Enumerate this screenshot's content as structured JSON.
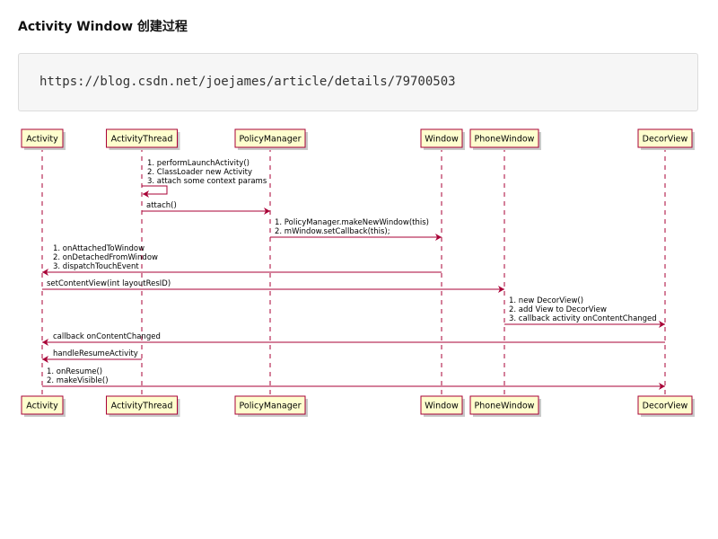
{
  "page": {
    "title": "Activity Window 创建过程",
    "url": "https://blog.csdn.net/joejames/article/details/79700503"
  },
  "diagram": {
    "colors": {
      "line": "#a80036",
      "box_fill": "#fefece",
      "box_border": "#a80036"
    },
    "participants": [
      "Activity",
      "ActivityThread",
      "PolicyManager",
      "Window",
      "PhoneWindow",
      "DecorView"
    ],
    "messages": [
      {
        "from": "ActivityThread",
        "to": "ActivityThread",
        "lines": [
          "1. performLaunchActivity()",
          "2. ClassLoader new Activity",
          "3. attach some context params"
        ]
      },
      {
        "from": "ActivityThread",
        "to": "PolicyManager",
        "lines": [
          "attach()"
        ]
      },
      {
        "from": "PolicyManager",
        "to": "Window",
        "lines": [
          "1. PolicyManager.makeNewWindow(this)",
          "2. mWindow.setCallback(this);"
        ]
      },
      {
        "from": "Window",
        "to": "Activity",
        "lines": [
          "1. onAttachedToWindow",
          "2. onDetachedFromWindow",
          "3. dispatchTouchEvent"
        ]
      },
      {
        "from": "Activity",
        "to": "PhoneWindow",
        "lines": [
          "setContentView(int layoutResID)"
        ]
      },
      {
        "from": "PhoneWindow",
        "to": "DecorView",
        "lines": [
          "1. new DecorView()",
          "2. add View to DecorView",
          "3. callback activity onContentChanged"
        ]
      },
      {
        "from": "DecorView",
        "to": "Activity",
        "lines": [
          "callback onContentChanged"
        ]
      },
      {
        "from": "ActivityThread",
        "to": "Activity",
        "lines": [
          "handleResumeActivity"
        ]
      },
      {
        "from": "Activity",
        "to": "DecorView",
        "lines": [
          "1. onResume()",
          "2. makeVisible()"
        ]
      }
    ]
  }
}
